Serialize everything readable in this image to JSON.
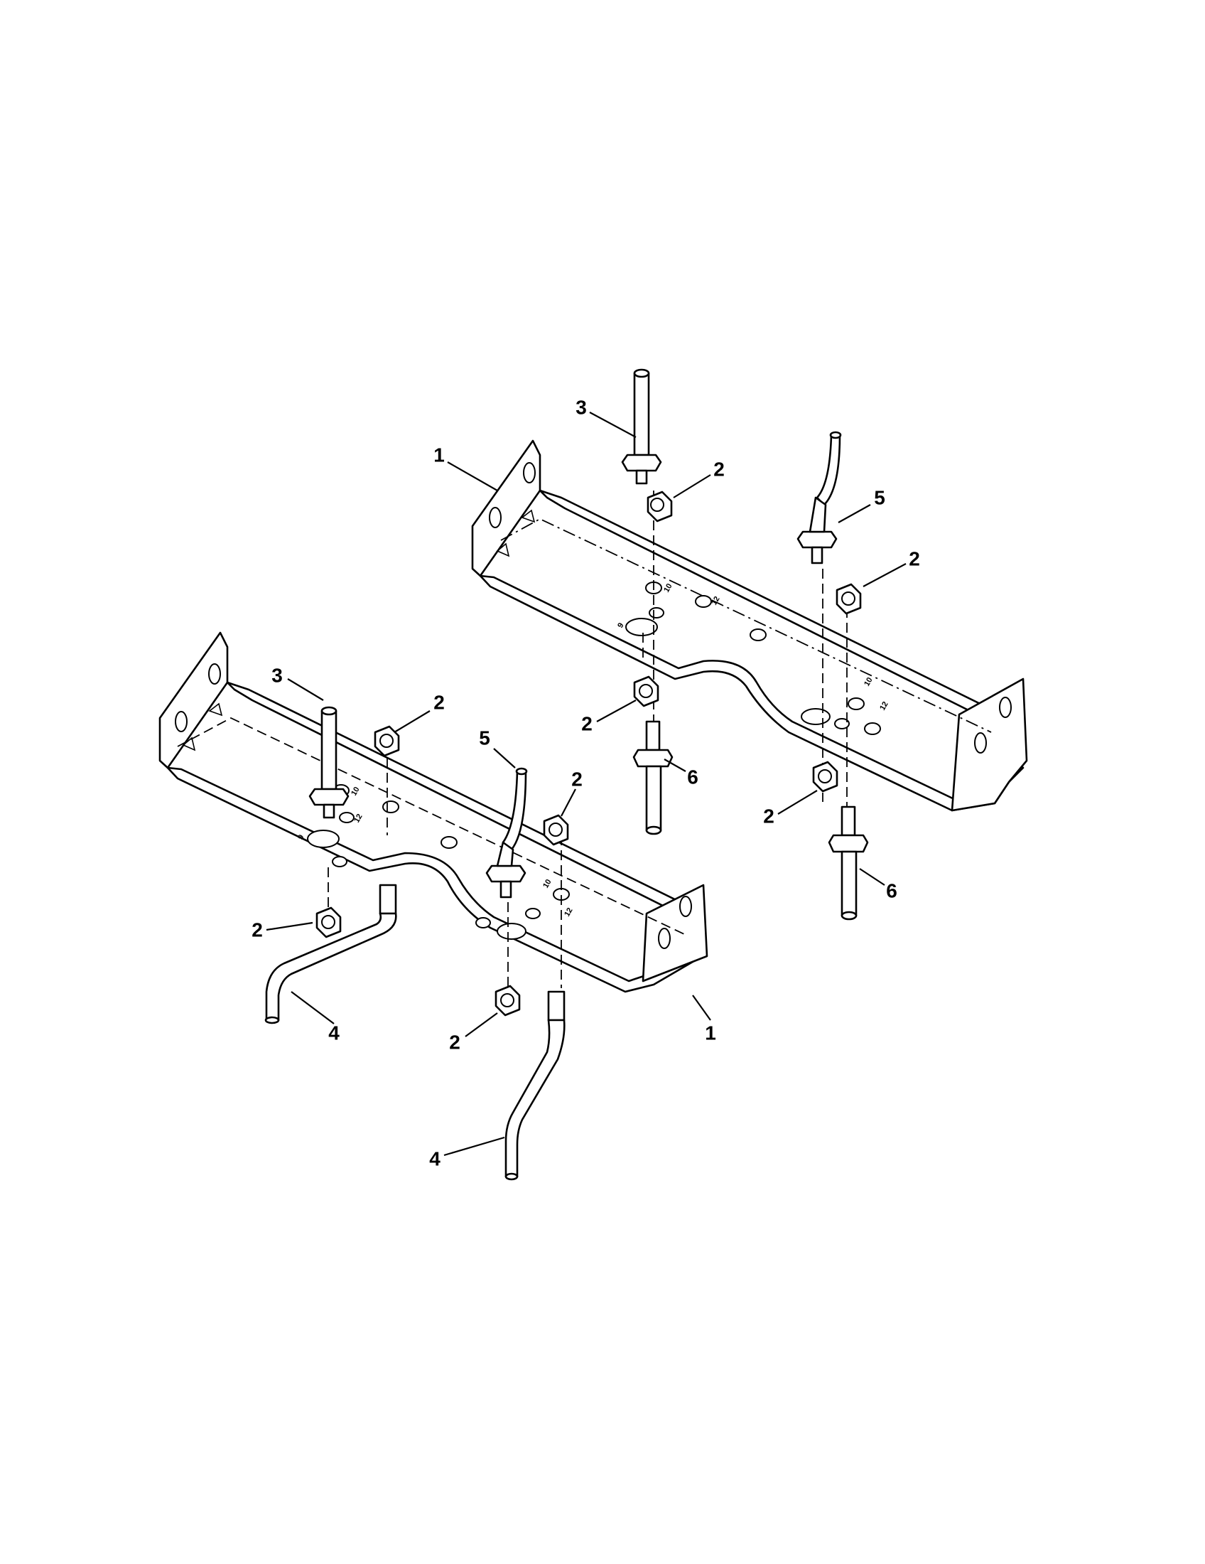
{
  "callouts": {
    "upper_bracket": "1",
    "lower_bracket": "1",
    "upper_nut_top": "2",
    "upper_nut_right": "2",
    "upper_nut_bottom_left": "2",
    "upper_nut_bottom_right": "2",
    "lower_nut_top_left": "2",
    "lower_nut_top_right": "2",
    "lower_nut_bottom_left": "2",
    "lower_nut_bottom_right": "2",
    "upper_bolt_straight": "3",
    "lower_bolt_straight": "3",
    "lower_rod_bent_left": "4",
    "lower_rod_bent_bottom": "4",
    "upper_bolt_bent": "5",
    "lower_bolt_bent": "5",
    "upper_stud_left": "6",
    "upper_stud_right": "6"
  }
}
